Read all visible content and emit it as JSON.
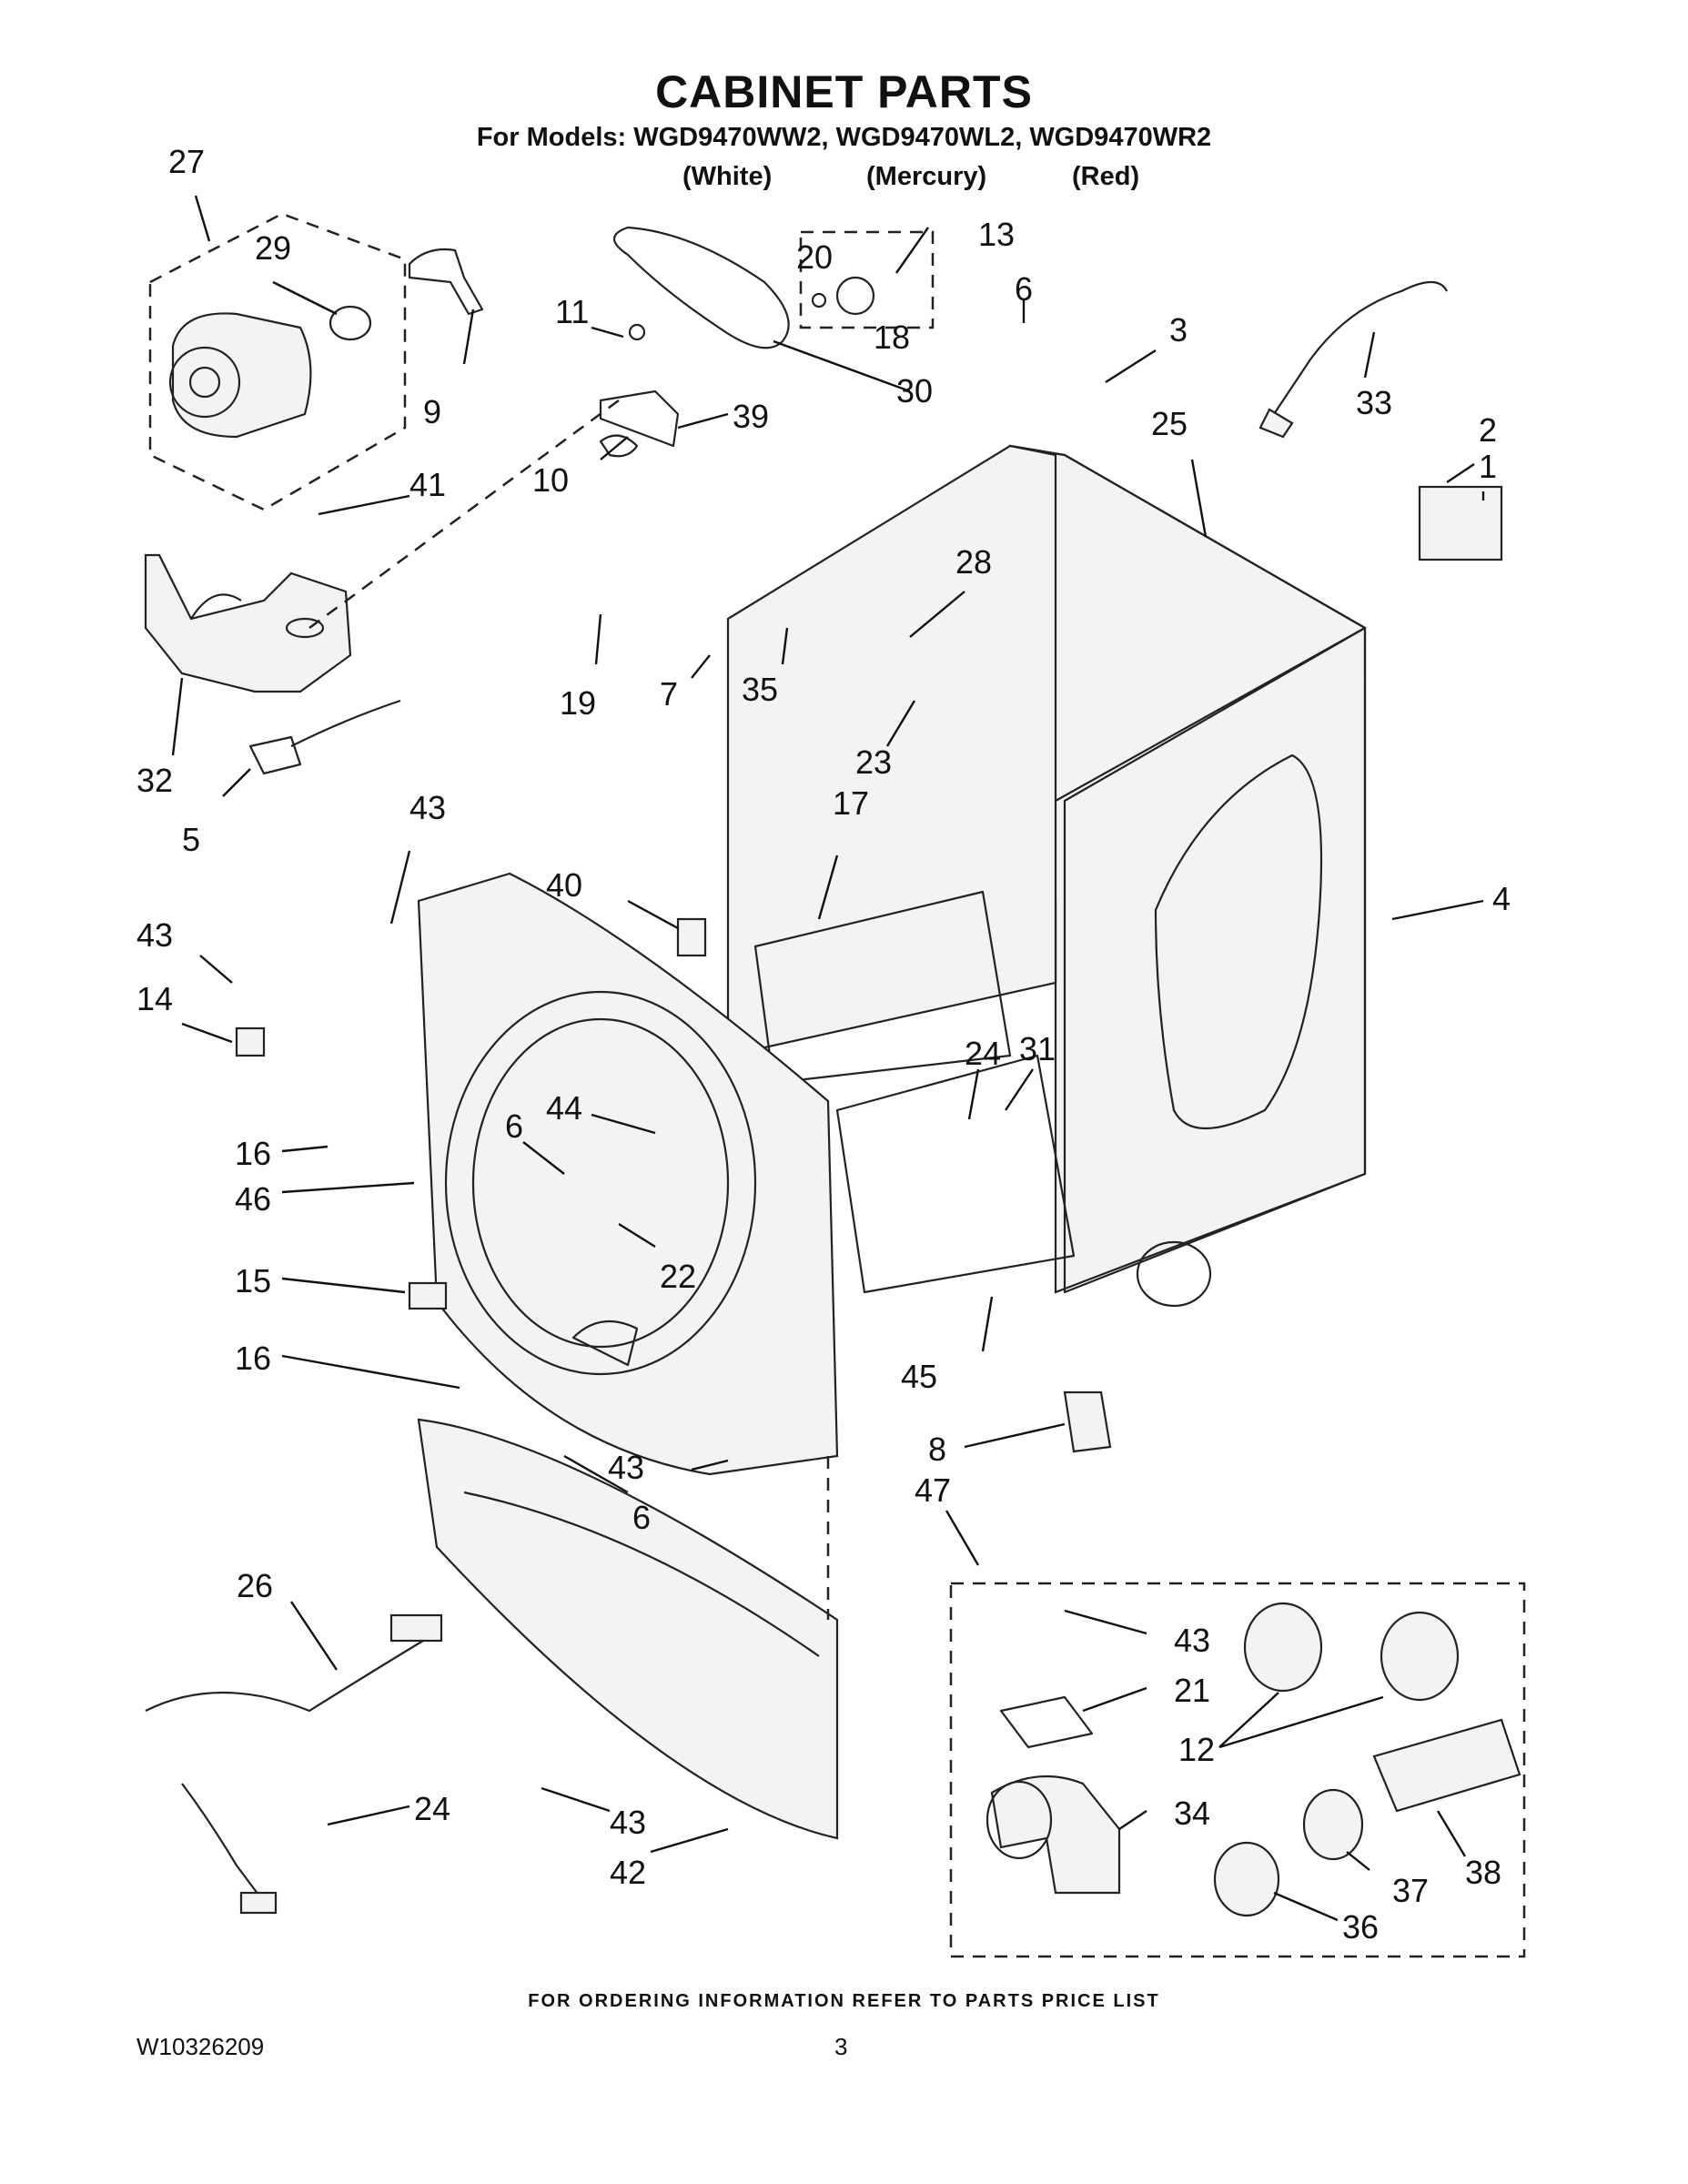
{
  "header": {
    "title": "CABINET PARTS",
    "models": "For Models: WGD9470WW2, WGD9470WL2, WGD9470WR2",
    "variants": [
      "(White)",
      "(Mercury)",
      "(Red)"
    ]
  },
  "footer": {
    "ordering_note": "FOR ORDERING INFORMATION REFER TO PARTS PRICE LIST",
    "document_number": "W10326209",
    "page_number": "3"
  },
  "callouts": [
    "27",
    "29",
    "9",
    "11",
    "30",
    "39",
    "10",
    "20",
    "13",
    "18",
    "6",
    "3",
    "25",
    "33",
    "2",
    "1",
    "41",
    "28",
    "19",
    "7",
    "35",
    "32",
    "23",
    "5",
    "17",
    "43",
    "40",
    "4",
    "43",
    "14",
    "24",
    "31",
    "6",
    "44",
    "16",
    "46",
    "22",
    "15",
    "16",
    "45",
    "8",
    "43",
    "6",
    "47",
    "26",
    "43",
    "21",
    "12",
    "24",
    "34",
    "38",
    "37",
    "43",
    "42",
    "36"
  ]
}
